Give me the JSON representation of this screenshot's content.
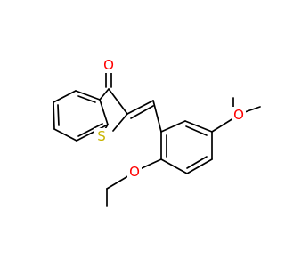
{
  "molecule": {
    "atoms": {
      "carbonyl_oxygen": {
        "symbol": "O",
        "color": "#FF0000"
      },
      "ring_sulfur": {
        "symbol": "S",
        "color": "#C8B400"
      },
      "methoxy_oxygen_ortho": {
        "symbol": "O",
        "color": "#FF0000"
      },
      "methoxy_oxygen_meta": {
        "symbol": "O",
        "color": "#FF0000"
      }
    },
    "bond_color": "#000000",
    "background": "#FFFFFF"
  }
}
